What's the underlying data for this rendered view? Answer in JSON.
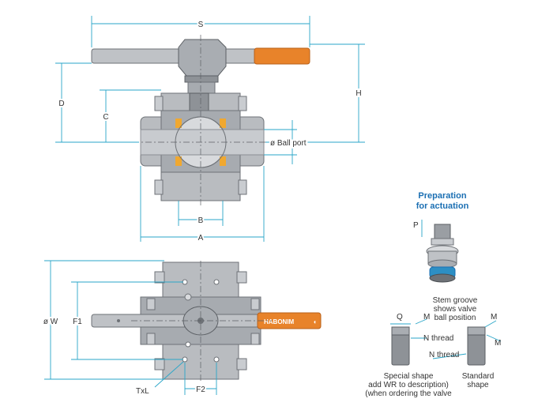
{
  "dimensions": {
    "S": "S",
    "H": "H",
    "D": "D",
    "C": "C",
    "ball_port": "ø Ball port",
    "B": "B",
    "A": "A",
    "W": "ø W",
    "F1": "F1",
    "TxL": "TxL",
    "F2": "F2"
  },
  "handle_brand": "HABONIM",
  "actuation": {
    "title_line1": "Preparation",
    "title_line2": "for actuation",
    "P": "P"
  },
  "stem": {
    "groove_line1": "Stem groove",
    "groove_line2": "shows valve",
    "groove_line3": "ball position",
    "Q": "Q",
    "M_left": "M",
    "M_right_top": "M",
    "M_right_bottom": "M",
    "n_thread_left": "N thread",
    "n_thread_right": "N thread"
  },
  "special_shape": {
    "line1": "Special shape",
    "line2": "add WR to description)",
    "line3": "(when ordering the valve"
  },
  "standard_shape": {
    "line1": "Standard",
    "line2": "shape"
  },
  "colors": {
    "dimension_line": "#2aa6c8",
    "handle_grip": "#e8832a",
    "title_blue": "#1b6fb3",
    "seat": "#f0a830"
  }
}
